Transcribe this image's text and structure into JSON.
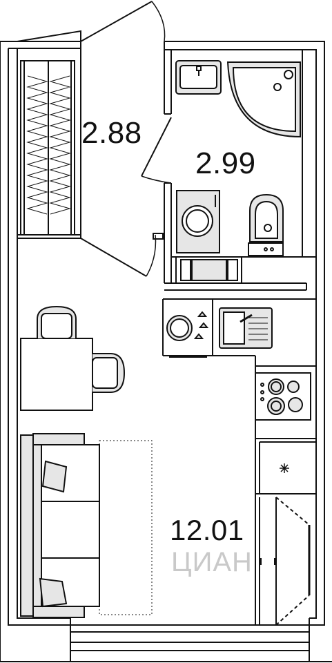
{
  "floorplan": {
    "rooms": [
      {
        "id": "balcony",
        "area_label": "2.88"
      },
      {
        "id": "bathroom",
        "area_label": "2.99"
      },
      {
        "id": "living",
        "area_label": "12.01"
      }
    ],
    "watermark": "ЦИАН",
    "colors": {
      "wall": "#111111",
      "furniture_fill": "#e6e6e6",
      "background": "#ffffff"
    }
  }
}
